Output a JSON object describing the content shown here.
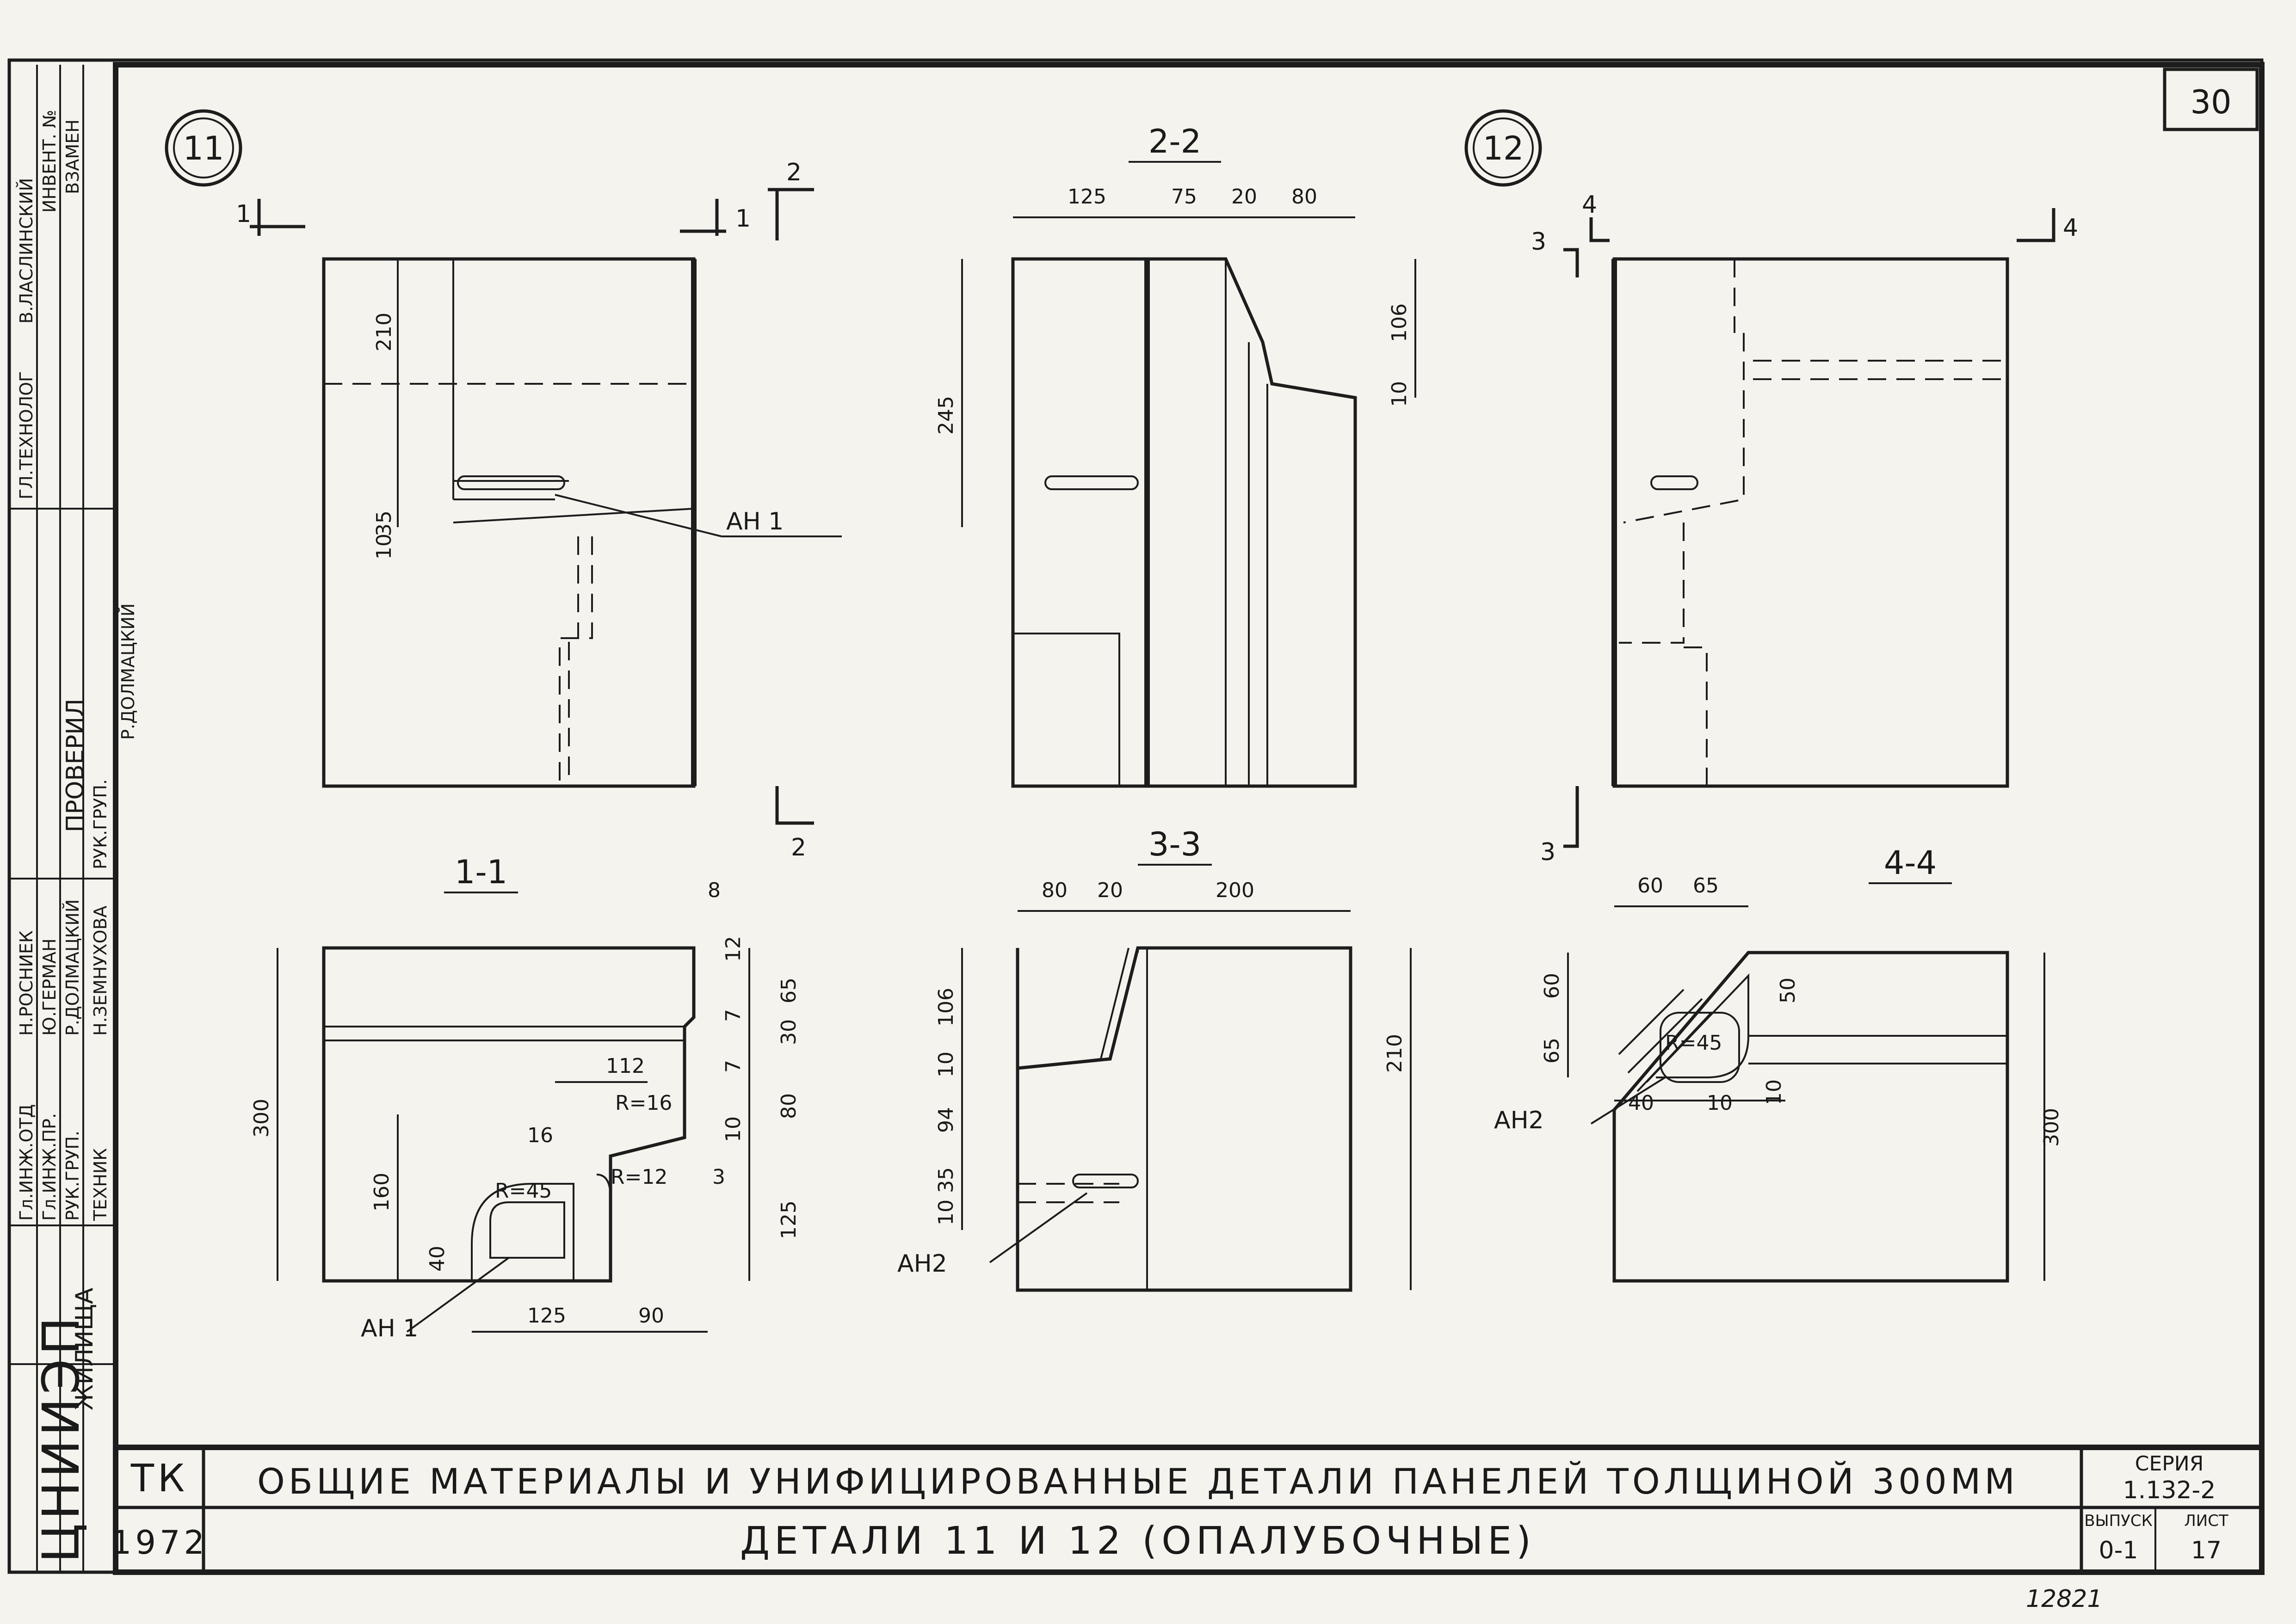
{
  "sheet": {
    "page_number": "30",
    "stamp_number": "12821",
    "institute_logo": "ЦНИИЭП",
    "institute_name": "ЖИЛИЩА"
  },
  "left_strip": {
    "roles": [
      "Гл.ИНЖ.ОТД",
      "Гл.ИНЖ.ПР.",
      "РУК.ГРУП.",
      "ТЕХНИК"
    ],
    "names": [
      "Н.РОСНИЕК",
      "Ю.ГЕРМАН",
      "Р.ДОЛМАЦКИЙ",
      "Н.ЗЕМНУХОВА"
    ],
    "checked_heading": "ПРОВЕРИЛ",
    "checked_role": "РУК.ГРУП.",
    "checked_name": "Р.ДОЛМАЦКИЙ",
    "tech_role": "ГЛ.ТЕХНОЛОГ",
    "tech_name": "В.ЛАСЛИНСКИЙ",
    "inv_label": "ИНВЕНТ. №",
    "replace_label": "ВЗАМЕН"
  },
  "details": [
    {
      "marker": "11"
    },
    {
      "marker": "12"
    }
  ],
  "sections": {
    "s11": {
      "cut_left": "1",
      "cut_right": "1",
      "cut_top": "2",
      "cut_bottom": "2",
      "dim_210": "210",
      "dim_35": "35",
      "dim_10": "10",
      "rebar": "АН 1"
    },
    "s22": {
      "title": "2-2",
      "d125": "125",
      "d75": "75",
      "d20": "20",
      "d80": "80",
      "d245": "245",
      "d106": "106",
      "d10": "10"
    },
    "s12": {
      "cut_4a": "4",
      "cut_4b": "4",
      "cut_3a": "3",
      "cut_3b": "3"
    },
    "s11sec": {
      "title": "1-1",
      "d300": "300",
      "d8": "8",
      "d12": "12",
      "d65": "65",
      "d7a": "7",
      "d30": "30",
      "d7b": "7",
      "d80": "80",
      "d10": "10",
      "d3": "3",
      "d125v": "125",
      "d112": "112",
      "r16": "R=16",
      "d16": "16",
      "r45": "R=45",
      "r12": "R=12",
      "d160": "160",
      "d40": "40",
      "d125": "125",
      "d90": "90",
      "rebar": "АН 1"
    },
    "s33": {
      "title": "3-3",
      "d80": "80",
      "d20": "20",
      "d200": "200",
      "d106": "106",
      "d10a": "10",
      "d94": "94",
      "d35": "35",
      "d10b": "10",
      "d210": "210",
      "rebar": "АН2"
    },
    "s44": {
      "title": "4-4",
      "d60h": "60",
      "d65h": "65",
      "d60v": "60",
      "d65v": "65",
      "d50": "50",
      "r45": "R=45",
      "d40": "40",
      "d10a": "10",
      "d10b": "10",
      "d300": "300",
      "rebar": "АН2"
    }
  },
  "title_block": {
    "code": "ТК",
    "year": "1972",
    "title": "ОБЩИЕ МАТЕРИАЛЫ И УНИФИЦИРОВАННЫЕ ДЕТАЛИ ПАНЕЛЕЙ ТОЛЩИНОЙ 300ММ",
    "subtitle": "ДЕТАЛИ 11 И 12 (ОПАЛУБОЧНЫЕ)",
    "series_label": "СЕРИЯ",
    "series_value": "1.132-2",
    "issue_label": "ВЫПУСК",
    "issue_value": "0-1",
    "sheet_label": "ЛИСТ",
    "sheet_value": "17"
  }
}
